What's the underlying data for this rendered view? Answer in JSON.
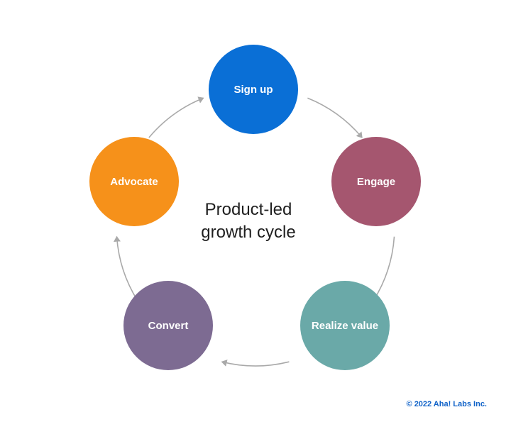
{
  "diagram": {
    "title_line1": "Product-led",
    "title_line2": "growth cycle",
    "stages": [
      {
        "id": "sign-up",
        "label": "Sign up",
        "color": "#0a6fd6"
      },
      {
        "id": "engage",
        "label": "Engage",
        "color": "#a5566f"
      },
      {
        "id": "realize-value",
        "label": "Realize value",
        "color": "#6aa9a8"
      },
      {
        "id": "convert",
        "label": "Convert",
        "color": "#7d6b92"
      },
      {
        "id": "advocate",
        "label": "Advocate",
        "color": "#f6911a"
      }
    ],
    "arrow_color": "#a9a9a9",
    "copyright": "© 2022 Aha! Labs Inc."
  }
}
